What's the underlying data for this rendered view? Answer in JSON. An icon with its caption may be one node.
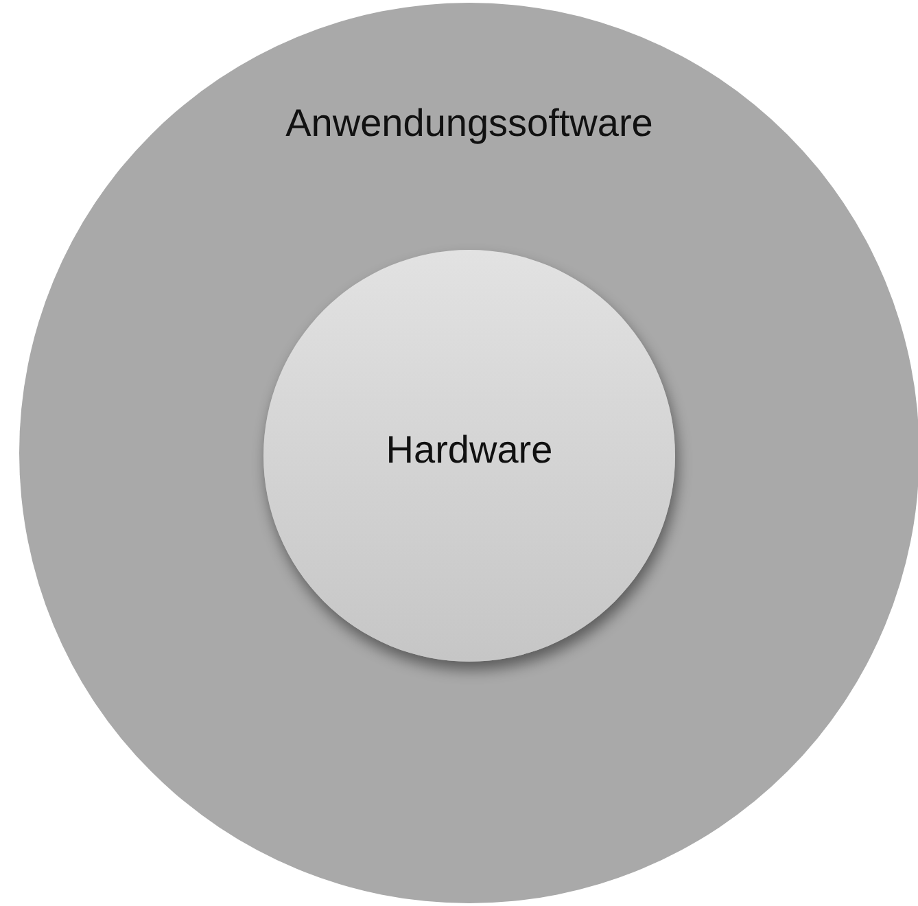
{
  "diagram": {
    "nodes": [
      {
        "text": [
          "Anwendungssoftware"
        ]
      },
      {
        "text": [
          "Hardware"
        ],
        "in": 0
      }
    ]
  }
}
